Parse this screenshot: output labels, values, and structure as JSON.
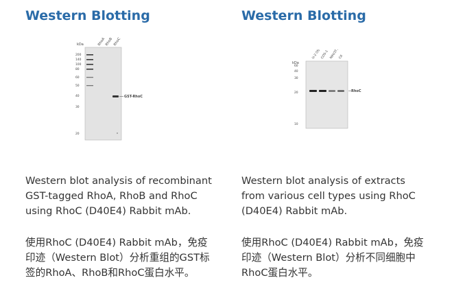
{
  "left": {
    "title": "Western Blotting",
    "figure": {
      "kda_label": "kDa",
      "mw_markers": [
        "200",
        "140",
        "100",
        "80",
        "60",
        "50",
        "40",
        "30",
        "20"
      ],
      "lane_labels": [
        "RhoA",
        "RhoB",
        "RhoC"
      ],
      "band_label": "GST-RhoC"
    },
    "caption_en": "Western blot analysis of recombinant\nGST-tagged RhoA, RhoB and RhoC\nusing RhoC (D40E4) Rabbit mAb.",
    "caption_cn": "使用RhoC (D40E4) Rabbit mAb，免疫\n印迹（Western Blot）分析重组的GST标\n签的RhoA、RhoB和RhoC蛋白水平。"
  },
  "right": {
    "title": "Western Blotting",
    "figure": {
      "kda_label": "kDa",
      "mw_markers": [
        "60",
        "40",
        "30",
        "20",
        "10"
      ],
      "lane_labels": [
        "U-2 OS",
        "COS-1",
        "NIH/3T3",
        "C6"
      ],
      "band_label": "RhoC"
    },
    "caption_en": "Western blot analysis of extracts\nfrom various cell types using RhoC\n(D40E4) Rabbit mAb.",
    "caption_cn": "使用RhoC (D40E4) Rabbit mAb，免疫\n印迹（Western Blot）分析不同细胞中\nRhoC蛋白水平。"
  }
}
